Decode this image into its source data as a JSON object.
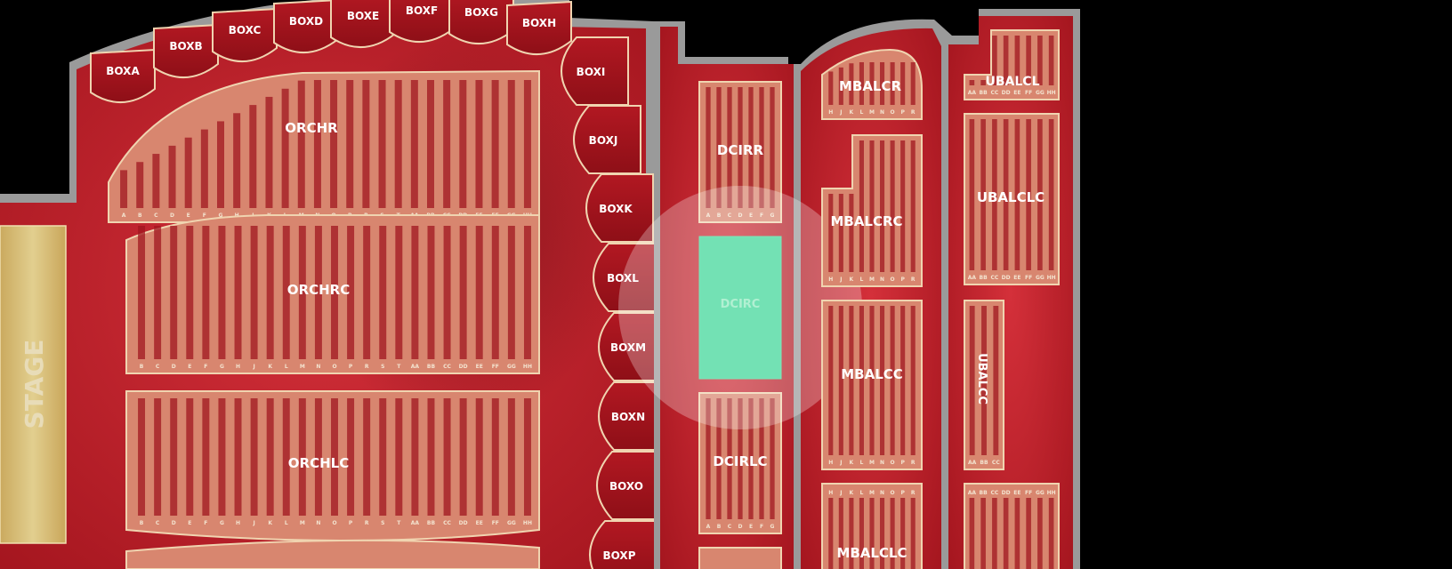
{
  "stage": {
    "label": "STAGE"
  },
  "boxes": [
    {
      "id": "boxa",
      "label": "BOXA"
    },
    {
      "id": "boxb",
      "label": "BOXB"
    },
    {
      "id": "boxc",
      "label": "BOXC"
    },
    {
      "id": "boxd",
      "label": "BOXD"
    },
    {
      "id": "boxe",
      "label": "BOXE"
    },
    {
      "id": "boxf",
      "label": "BOXF"
    },
    {
      "id": "boxg",
      "label": "BOXG"
    },
    {
      "id": "boxh",
      "label": "BOXH"
    },
    {
      "id": "boxi",
      "label": "BOXI"
    },
    {
      "id": "boxj",
      "label": "BOXJ"
    },
    {
      "id": "boxk",
      "label": "BOXK"
    },
    {
      "id": "boxl",
      "label": "BOXL"
    },
    {
      "id": "boxm",
      "label": "BOXM"
    },
    {
      "id": "boxn",
      "label": "BOXN"
    },
    {
      "id": "boxo",
      "label": "BOXO"
    },
    {
      "id": "boxp",
      "label": "BOXP"
    }
  ],
  "sections": {
    "orchr": {
      "label": "ORCHR",
      "rows": [
        "A",
        "B",
        "C",
        "D",
        "E",
        "F",
        "G",
        "H",
        "J",
        "K",
        "L",
        "M",
        "N",
        "O",
        "P",
        "R",
        "S",
        "T",
        "AA",
        "BB",
        "CC",
        "DD",
        "EE",
        "FF",
        "GG",
        "HH"
      ]
    },
    "orchrc": {
      "label": "ORCHRC",
      "rows": [
        "B",
        "C",
        "D",
        "E",
        "F",
        "G",
        "H",
        "J",
        "K",
        "L",
        "M",
        "N",
        "O",
        "P",
        "R",
        "S",
        "T",
        "AA",
        "BB",
        "CC",
        "DD",
        "EE",
        "FF",
        "GG",
        "HH"
      ]
    },
    "orchlc": {
      "label": "ORCHLC",
      "rows": [
        "B",
        "C",
        "D",
        "E",
        "F",
        "G",
        "H",
        "J",
        "K",
        "L",
        "M",
        "N",
        "O",
        "P",
        "R",
        "S",
        "T",
        "AA",
        "BB",
        "CC",
        "DD",
        "EE",
        "FF",
        "GG",
        "HH"
      ]
    },
    "dcirr": {
      "label": "DCIRR",
      "rows": [
        "A",
        "B",
        "C",
        "D",
        "E",
        "F",
        "G"
      ]
    },
    "dcirc": {
      "label": "DCIRC",
      "selected": true,
      "color": "#3ed697"
    },
    "dcirlc": {
      "label": "DCIRLC",
      "rows": [
        "A",
        "B",
        "C",
        "D",
        "E",
        "F",
        "G"
      ]
    },
    "mbalcr": {
      "label": "MBALCR",
      "rows": [
        "H",
        "J",
        "K",
        "L",
        "M",
        "N",
        "O",
        "P",
        "R"
      ]
    },
    "mbalcrc": {
      "label": "MBALCRC",
      "rows": [
        "H",
        "J",
        "K",
        "L",
        "M",
        "N",
        "O",
        "P",
        "R"
      ]
    },
    "mbalcc": {
      "label": "MBALCC",
      "rows": [
        "H",
        "J",
        "K",
        "L",
        "M",
        "N",
        "O",
        "P",
        "R"
      ]
    },
    "mbalclc": {
      "label": "MBALCLC",
      "rows": [
        "H",
        "J",
        "K",
        "L",
        "M",
        "N",
        "O",
        "P",
        "R"
      ]
    },
    "ubalcl": {
      "label": "UBALCL",
      "rows": [
        "AA",
        "BB",
        "CC",
        "DD",
        "EE",
        "FF",
        "GG",
        "HH"
      ]
    },
    "ubalclc": {
      "label": "UBALCLC",
      "rows": [
        "AA",
        "BB",
        "CC",
        "DD",
        "EE",
        "FF",
        "GG",
        "HH"
      ]
    },
    "ubalcc": {
      "label": "UBALCC",
      "rows": [
        "AA",
        "BB",
        "CC"
      ]
    },
    "ubalcb": {
      "rows": [
        "AA",
        "BB",
        "CC",
        "DD",
        "EE",
        "FF",
        "GG",
        "HH"
      ]
    }
  },
  "colors": {
    "background": "#000000",
    "wall": "#9a9a9a",
    "floor": "#c62630",
    "section": "#d8866f",
    "section_border": "#f0d4b0",
    "selected": "#3ed697",
    "stage": "#d8c27c"
  }
}
